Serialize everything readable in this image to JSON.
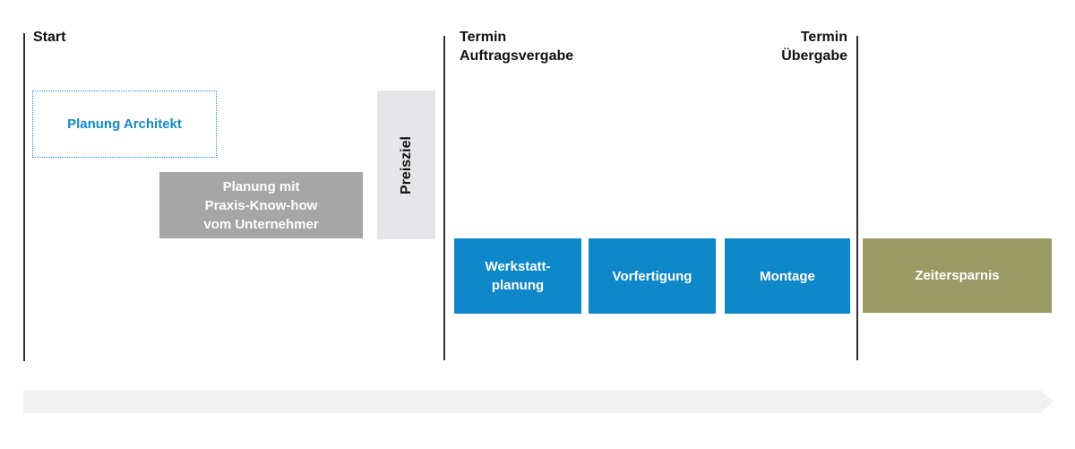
{
  "palette": {
    "process_blue": "#0e88c8",
    "planning_gray": "#a6a6a6",
    "preisziel_gray": "#e6e6e8",
    "result_olive": "#9a9a64",
    "arrow_gray": "#f1f1f1",
    "axis_line": "#2f2f2f",
    "architekt_blue": "#118ac9"
  },
  "milestones": {
    "start": "Start",
    "auftragsvergabe_line1": "Termin",
    "auftragsvergabe_line2": "Auftragsvergabe",
    "uebergabe_line1": "Termin",
    "uebergabe_line2": "Übergabe"
  },
  "phases": {
    "planung_architekt": "Planung Architekt",
    "planung_unternehmer_line1": "Planung mit",
    "planung_unternehmer_line2": "Praxis-Know-how",
    "planung_unternehmer_line3": "vom Unternehmer",
    "preisziel": "Preisziel",
    "werkstattplanung_line1": "Werkstatt-",
    "werkstattplanung_line2": "planung",
    "vorfertigung": "Vorfertigung",
    "montage": "Montage",
    "zeitersparnis": "Zeitersparnis"
  }
}
